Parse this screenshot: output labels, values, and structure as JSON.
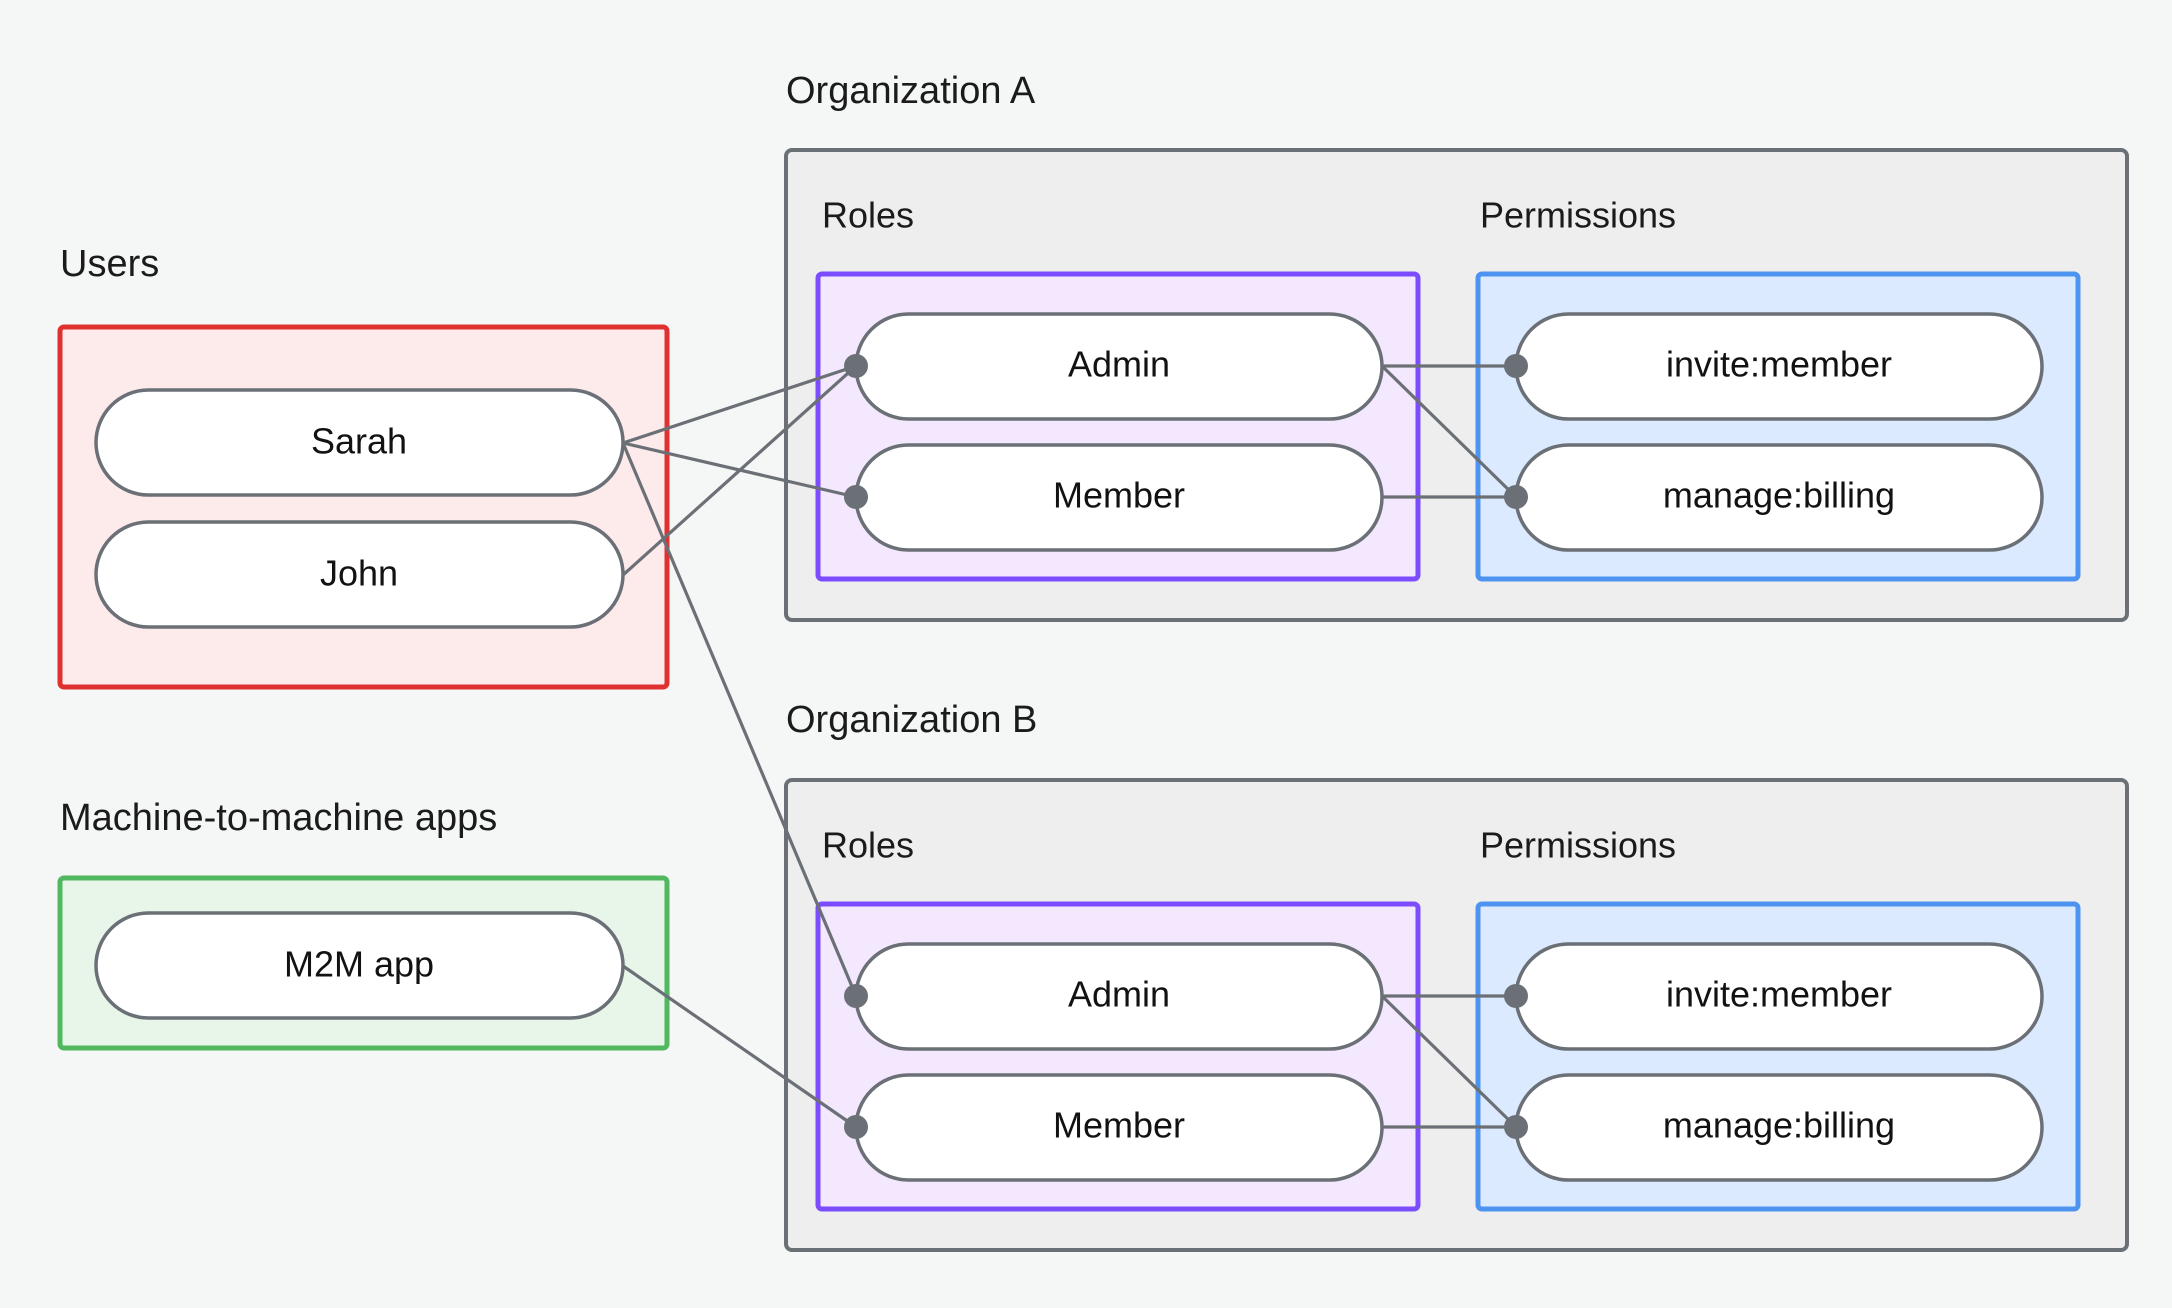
{
  "background_color": "#f5f7f6",
  "colors": {
    "users_border": "#e03131",
    "users_fill": "#fdeaea",
    "m2m_border": "#51b860",
    "m2m_fill": "#e8f5e9",
    "roles_border": "#7c4dff",
    "roles_fill": "#f3e8fd",
    "permissions_border": "#4d94f0",
    "permissions_fill": "#dbeafe",
    "org_border": "#6b7076",
    "org_fill": "#eeeeee",
    "edge": "#6b7076",
    "node_fill": "#ffffff",
    "node_border": "#6b7076",
    "text": "#1b1b1b"
  },
  "groups": {
    "users": {
      "label": "Users",
      "nodes": [
        {
          "id": "sarah",
          "label": "Sarah"
        },
        {
          "id": "john",
          "label": "John"
        }
      ]
    },
    "m2m": {
      "label": "Machine-to-machine apps",
      "nodes": [
        {
          "id": "m2m-app",
          "label": "M2M app"
        }
      ]
    }
  },
  "organizations": [
    {
      "id": "org-a",
      "title": "Organization A",
      "roles": {
        "label": "Roles",
        "nodes": [
          {
            "id": "a-admin",
            "label": "Admin"
          },
          {
            "id": "a-member",
            "label": "Member"
          }
        ]
      },
      "permissions": {
        "label": "Permissions",
        "nodes": [
          {
            "id": "a-invite",
            "label": "invite:member"
          },
          {
            "id": "a-billing",
            "label": "manage:billing"
          }
        ]
      }
    },
    {
      "id": "org-b",
      "title": "Organization B",
      "roles": {
        "label": "Roles",
        "nodes": [
          {
            "id": "b-admin",
            "label": "Admin"
          },
          {
            "id": "b-member",
            "label": "Member"
          }
        ]
      },
      "permissions": {
        "label": "Permissions",
        "nodes": [
          {
            "id": "b-invite",
            "label": "invite:member"
          },
          {
            "id": "b-billing",
            "label": "manage:billing"
          }
        ]
      }
    }
  ],
  "edges": [
    {
      "from": "sarah",
      "to": "a-admin"
    },
    {
      "from": "sarah",
      "to": "a-member"
    },
    {
      "from": "sarah",
      "to": "b-admin"
    },
    {
      "from": "john",
      "to": "a-admin"
    },
    {
      "from": "a-admin",
      "to": "a-invite"
    },
    {
      "from": "a-admin",
      "to": "a-billing"
    },
    {
      "from": "a-member",
      "to": "a-billing"
    },
    {
      "from": "m2m-app",
      "to": "b-member"
    },
    {
      "from": "b-admin",
      "to": "b-invite"
    },
    {
      "from": "b-admin",
      "to": "b-billing"
    },
    {
      "from": "b-member",
      "to": "b-billing"
    }
  ]
}
